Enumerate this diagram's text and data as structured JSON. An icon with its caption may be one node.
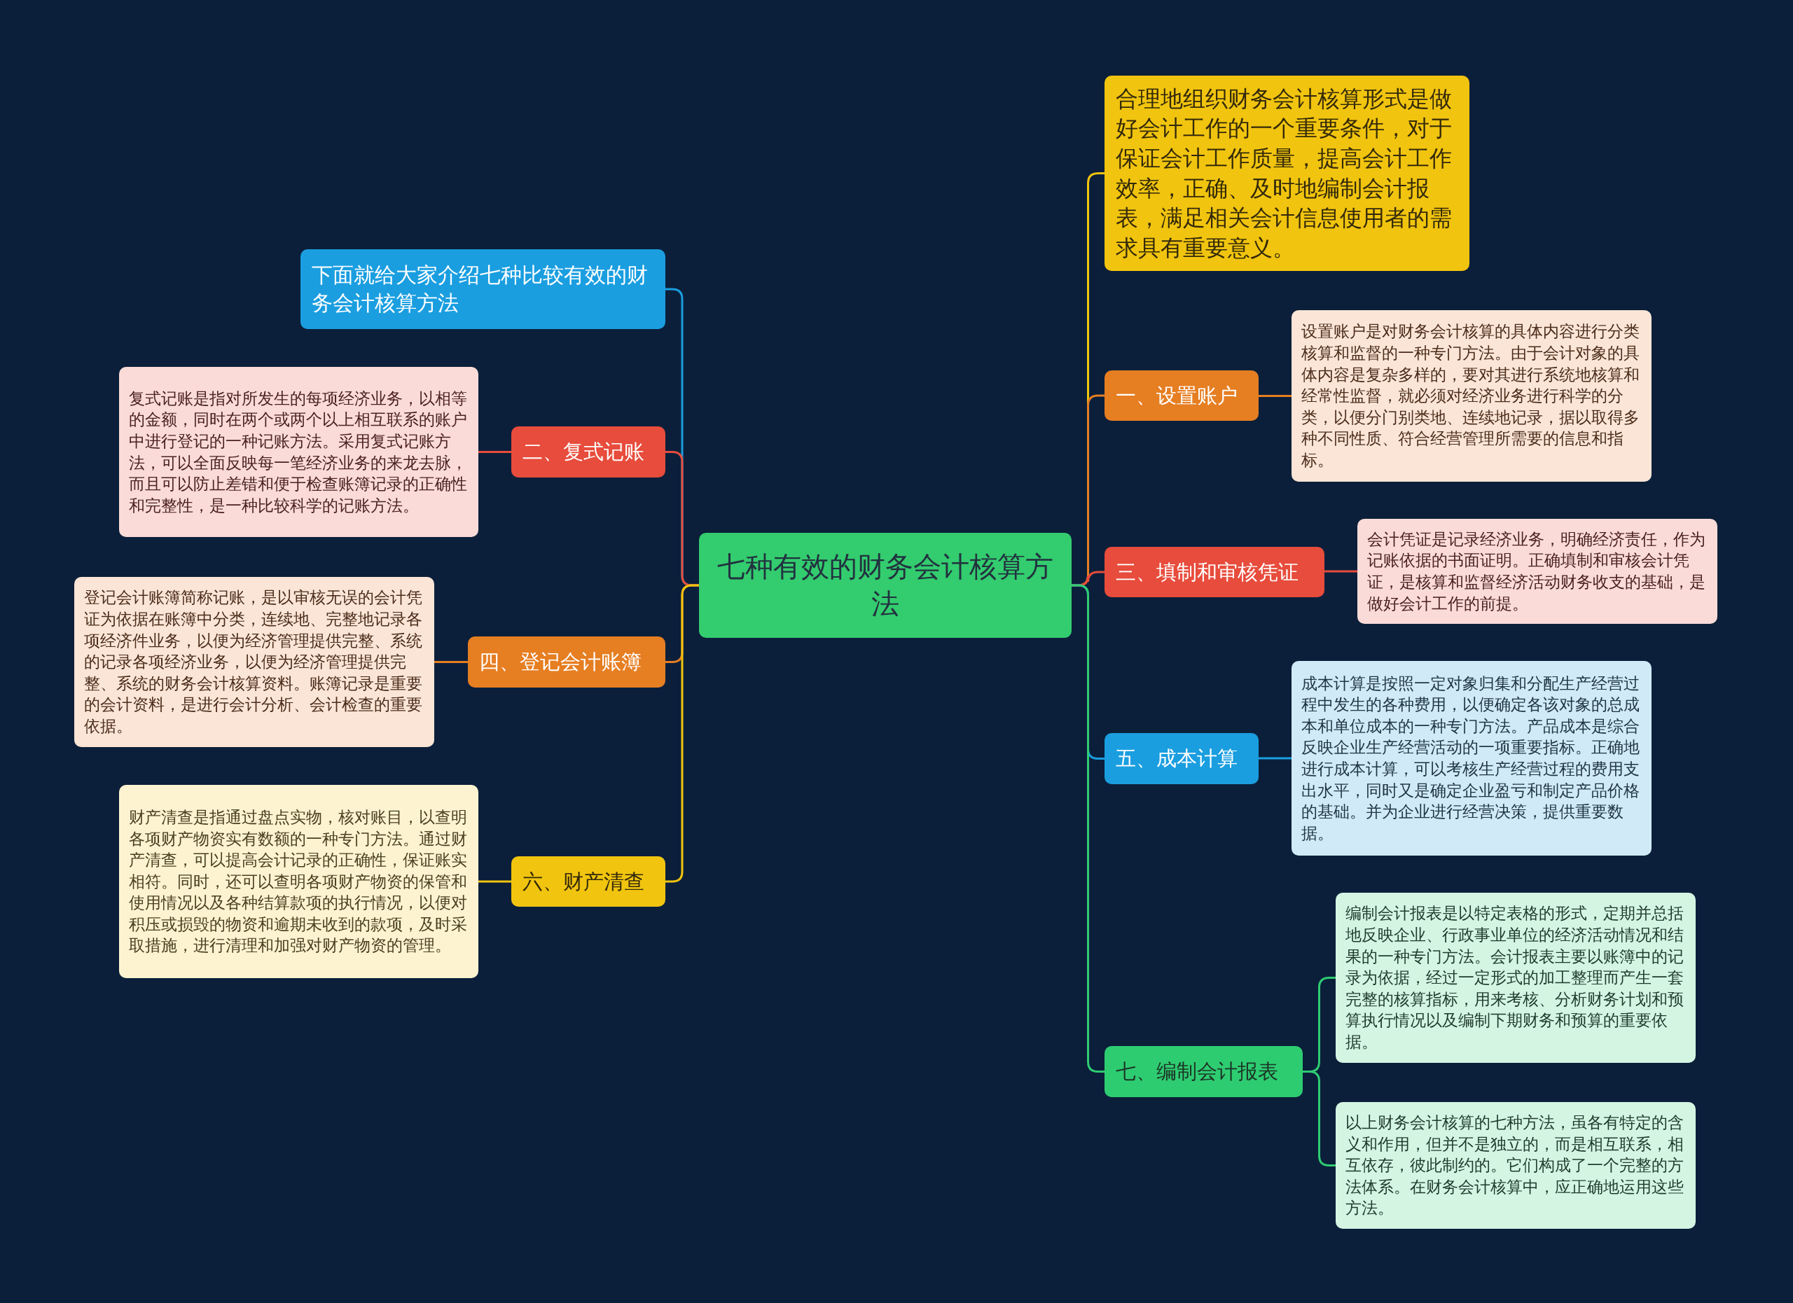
{
  "diagram": {
    "nodes": [
      {
        "text": [
          "七种有效的财务会计核算方法"
        ]
      },
      {
        "text": [
          "合理地组织财务会计核算形式是做好会计工作的一个重要条件，对于保证会计工作质量，提高会计工作效率，正确、及时地编制会计报表，满足相关会计信息使用者的需求具有重要意义。"
        ]
      },
      {
        "text": [
          "一、设置账户"
        ]
      },
      {
        "text": [
          "设置账户是对财务会计核算的具体内容进行分类核算和监督的一种专门方法。由于会计对象的具体内容是复杂多样的，要对其进行系统地核算和经常性监督，就必须对经济业务进行科学的分类，以便分门别类地、连续地记录，据以取得多种不同性质、符合经营管理所需要的信息和指标。"
        ]
      },
      {
        "text": [
          "三、填制和审核凭证"
        ]
      },
      {
        "text": [
          "会计凭证是记录经济业务，明确经济责任，作为记账依据的书面证明。正确填制和审核会计凭证，是核算和监督经济活动财务收支的基础，是做好会计工作的前提。"
        ]
      },
      {
        "text": [
          "五、成本计算"
        ]
      },
      {
        "text": [
          "成本计算是按照一定对象归集和分配生产经营过程中发生的各种费用，以便确定各该对象的总成本和单位成本的一种专门方法。产品成本是综合反映企业生产经营活动的一项重要指标。正确地进行成本计算，可以考核生产经营过程的费用支出水平，同时又是确定企业盈亏和制定产品价格的基础。并为企业进行经营决策，提供重要数据。"
        ]
      },
      {
        "text": [
          "七、编制会计报表"
        ]
      },
      {
        "text": [
          "编制会计报表是以特定表格的形式，定期并总括地反映企业、行政事业单位的经济活动情况和结果的一种专门方法。会计报表主要以账簿中的记录为依据，经过一定形式的加工整理而产生一套完整的核算指标，用来考核、分析财务计划和预算执行情况以及编制下期财务和预算的重要依据。"
        ]
      },
      {
        "text": [
          "以上财务会计核算的七种方法，虽各有特定的含义和作用，但并不是独立的，而是相互联系，相互依存，彼此制约的。它们构成了一个完整的方法体系。在财务会计核算中，应正确地运用这些方法。"
        ]
      },
      {
        "text": [
          "下面就给大家介绍七种比较有效的财务会计核算方法"
        ]
      },
      {
        "text": [
          "二、复式记账"
        ]
      },
      {
        "text": [
          "复式记账是指对所发生的每项经济业务，以相等的金额，同时在两个或两个以上相互联系的账户中进行登记的一种记账方法。采用复式记账方法，可以全面反映每一笔经济业务的来龙去脉，而且可以防止差错和便于检查账簿记录的正确性和完整性，是一种比较科学的记账方法。"
        ]
      },
      {
        "text": [
          "四、登记会计账簿"
        ]
      },
      {
        "text": [
          "登记会计账簿简称记账，是以审核无误的会计凭证为依据在账簿中分类，连续地、完整地记录各项经济件业务，以便为经济管理提供完整、系统的记录各项经济业务，以便为经济管理提供完整、系统的财务会计核算资料。账簿记录是重要的会计资料，是进行会计分析、会计检查的重要依据。"
        ]
      },
      {
        "text": [
          "六、财产清查"
        ]
      },
      {
        "text": [
          "财产清查是指通过盘点实物，核对账目，以查明各项财产物资实有数额的一种专门方法。通过财产清查，可以提高会计记录的正确性，保证账实相符。同时，还可以查明各项财产物资的保管和使用情况以及各种结算款项的执行情况，以便对积压或损毁的物资和逾期未收到的款项，及时采取措施，进行清理和加强对财产物资的管理。"
        ]
      }
    ],
    "edges": [
      {
        "from": 0,
        "to": 1,
        "arrow": "none",
        "color": "#f1c40f"
      },
      {
        "from": 0,
        "to": 2,
        "arrow": "none",
        "color": "#e67e22"
      },
      {
        "from": 2,
        "to": 3,
        "arrow": "none",
        "color": "#e67e22"
      },
      {
        "from": 0,
        "to": 4,
        "arrow": "none",
        "color": "#e74c3c"
      },
      {
        "from": 4,
        "to": 5,
        "arrow": "none",
        "color": "#e74c3c"
      },
      {
        "from": 0,
        "to": 6,
        "arrow": "none",
        "color": "#1a9ee0"
      },
      {
        "from": 6,
        "to": 7,
        "arrow": "none",
        "color": "#1a9ee0"
      },
      {
        "from": 0,
        "to": 8,
        "arrow": "none",
        "color": "#2ecc71"
      },
      {
        "from": 8,
        "to": 9,
        "arrow": "none",
        "color": "#2ecc71"
      },
      {
        "from": 8,
        "to": 10,
        "arrow": "none",
        "color": "#2ecc71"
      },
      {
        "from": 0,
        "to": 11,
        "arrow": "none",
        "color": "#1a9ee0"
      },
      {
        "from": 0,
        "to": 12,
        "arrow": "none",
        "color": "#e74c3c"
      },
      {
        "from": 12,
        "to": 13,
        "arrow": "none",
        "color": "#e74c3c"
      },
      {
        "from": 0,
        "to": 14,
        "arrow": "none",
        "color": "#e67e22"
      },
      {
        "from": 14,
        "to": 15,
        "arrow": "none",
        "color": "#e67e22"
      },
      {
        "from": 0,
        "to": 16,
        "arrow": "none",
        "color": "#f1c40f"
      },
      {
        "from": 16,
        "to": 17,
        "arrow": "none",
        "color": "#f1c40f"
      }
    ]
  }
}
